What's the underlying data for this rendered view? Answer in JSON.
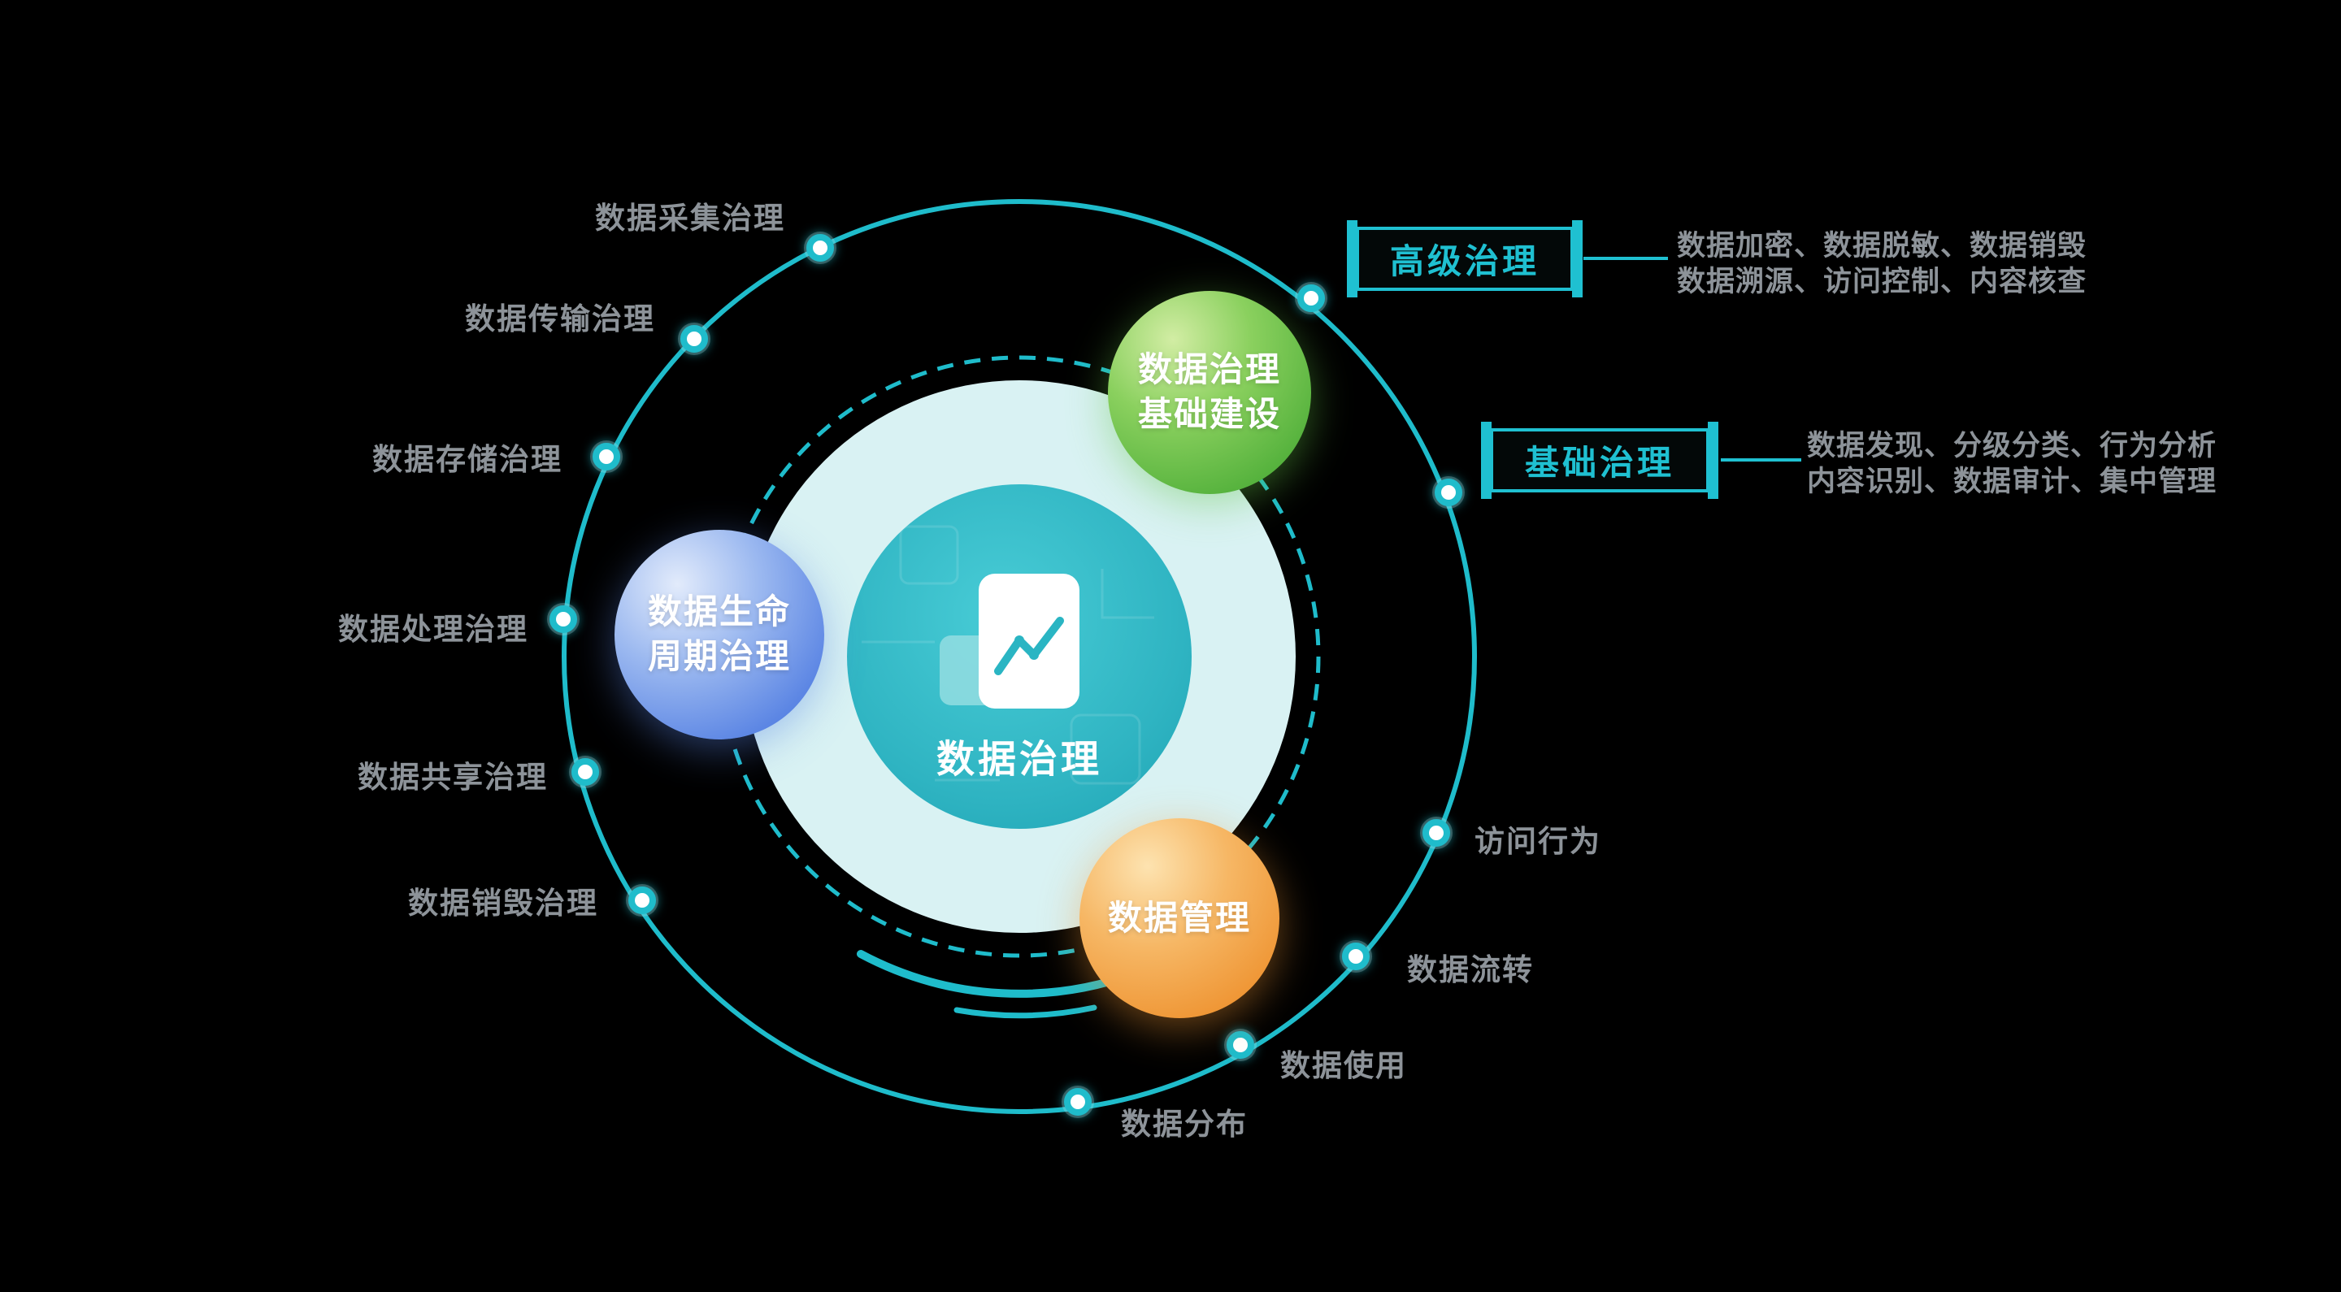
{
  "title": "数据治理",
  "center": {
    "label": "数据治理",
    "icon": "document-chart-icon"
  },
  "bubbles": {
    "infrastructure": {
      "line1": "数据治理",
      "line2": "基础建设"
    },
    "lifecycle": {
      "line1": "数据生命",
      "line2": "周期治理"
    },
    "management": {
      "line1": "数据管理"
    }
  },
  "ring": {
    "left_labels": [
      "数据采集治理",
      "数据传输治理",
      "数据存储治理",
      "数据处理治理",
      "数据共享治理",
      "数据销毁治理"
    ],
    "right_labels": [
      "访问行为",
      "数据流转",
      "数据使用",
      "数据分布"
    ]
  },
  "callouts": {
    "advanced": {
      "title": "高级治理",
      "line1": "数据加密、数据脱敏、数据销毁",
      "line2": "数据溯源、访问控制、内容核查"
    },
    "basic": {
      "title": "基础治理",
      "line1": "数据发现、分级分类、行为分析",
      "line2": "内容识别、数据审计、集中管理"
    }
  },
  "colors": {
    "background": "#000000",
    "teal": "#1fc0d1",
    "light_teal_fill": "#d9f2f3",
    "center_teal": "#2fb9c5",
    "green": "#57b33e",
    "blue": "#5c86e4",
    "orange": "#ef9635",
    "gray_text": "#8d9399",
    "node_fill": "#ffffff"
  }
}
